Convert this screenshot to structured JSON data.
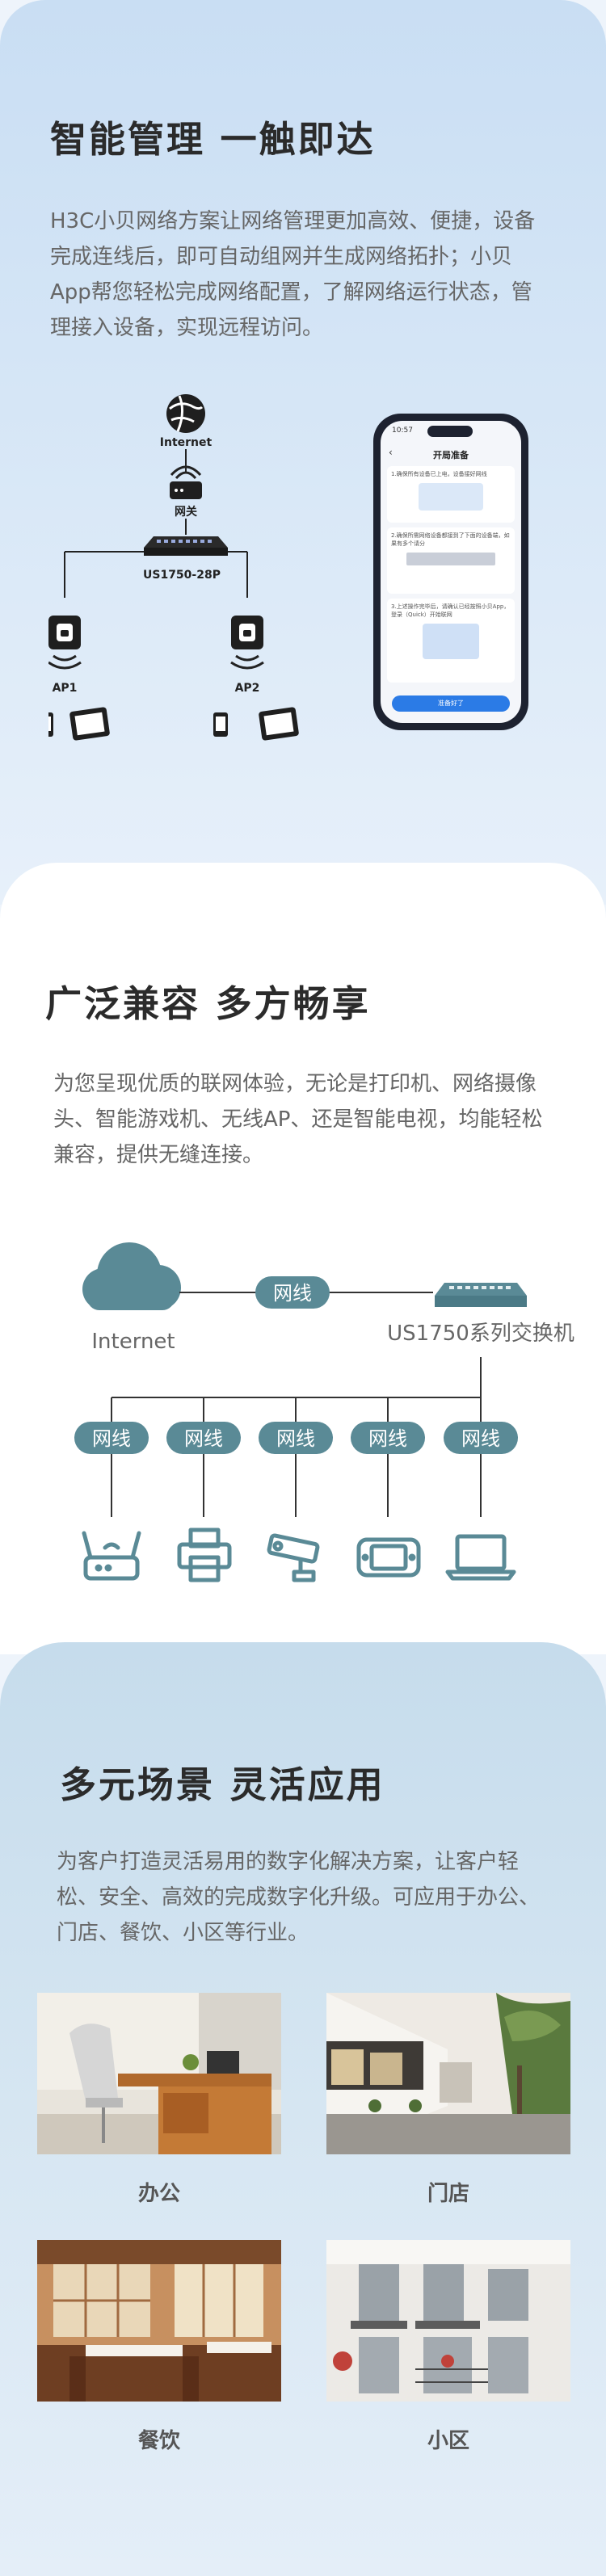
{
  "section1": {
    "title": "智能管理 一触即达",
    "desc": "H3C小贝网络方案让网络管理更加高效、便捷，设备完成连线后，即可自动组网并生成网络拓扑；小贝App帮您轻松完成网络配置，了解网络运行状态，管理接入设备，实现远程访问。",
    "topology": {
      "internet": "Internet",
      "gateway": "网关",
      "switch": "US1750-28P",
      "ap1": "AP1",
      "ap2": "AP2"
    },
    "phone": {
      "time": "10:57",
      "title": "开局准备",
      "card1": "1.确保所有设备已上电，设备接好网线",
      "card2": "2.确保所需网络设备都接到了下面的设备端，如果有多个请分",
      "card3": "3.上述操作完毕后，请确认已经按照小贝App，登录（Quick）开始联网",
      "button": "准备好了"
    }
  },
  "section2": {
    "title": "广泛兼容 多方畅享",
    "desc": "为您呈现优质的联网体验，无论是打印机、网络摄像头、智能游戏机、无线AP、还是智能电视，均能轻松兼容，提供无缝连接。",
    "diagram": {
      "internet": "Internet",
      "cable": "网线",
      "switch": "US1750系列交换机",
      "branch_cables": [
        "网线",
        "网线",
        "网线",
        "网线",
        "网线"
      ],
      "devices": [
        "router-icon",
        "printer-icon",
        "camera-icon",
        "game-console-icon",
        "laptop-icon"
      ]
    },
    "accent_color": "#5a8a96"
  },
  "section3": {
    "title": "多元场景 灵活应用",
    "desc": "为客户打造灵活易用的数字化解决方案，让客户轻松、安全、高效的完成数字化升级。可应用于办公、门店、餐饮、小区等行业。",
    "scenes": [
      {
        "label": "办公",
        "image": "office-photo"
      },
      {
        "label": "门店",
        "image": "store-photo"
      },
      {
        "label": "餐饮",
        "image": "restaurant-photo"
      },
      {
        "label": "小区",
        "image": "residential-photo"
      }
    ]
  }
}
